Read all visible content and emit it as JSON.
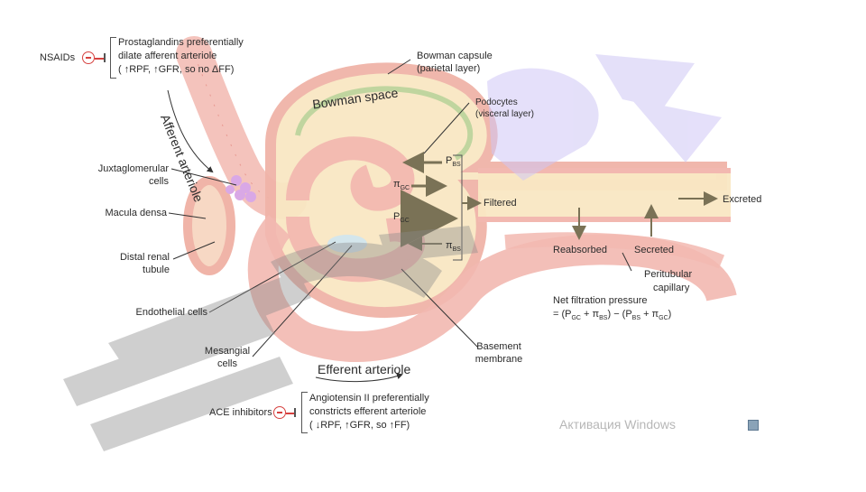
{
  "labels": {
    "nsaids": "NSAIDs",
    "prostaglandins_line1": "Prostaglandins preferentially",
    "prostaglandins_line2": "dilate afferent arteriole",
    "prostaglandins_line3": "( ↑RPF,  ↑GFR, so no ΔFF)",
    "bowman_capsule_line1": "Bowman capsule",
    "bowman_capsule_line2": "(parietal layer)",
    "bowman_space": "Bowman space",
    "podocytes_line1": "Podocytes",
    "podocytes_line2": "(visceral layer)",
    "afferent_arteriole": "Afferent arteriole",
    "juxtaglomerular_line1": "Juxtaglomerular",
    "juxtaglomerular_line2": "cells",
    "macula_densa": "Macula densa",
    "distal_tubule_line1": "Distal renal",
    "distal_tubule_line2": "tubule",
    "endothelial_cells": "Endothelial cells",
    "mesangial_line1": "Mesangial",
    "mesangial_line2": "cells",
    "efferent_arteriole": "Efferent arteriole",
    "basement_line1": "Basement",
    "basement_line2": "membrane",
    "p_bs": "P",
    "p_bs_sub": "BS",
    "pi_gc": "π",
    "pi_gc_sub": "GC",
    "p_gc": "P",
    "p_gc_sub": "GC",
    "pi_bs": "π",
    "pi_bs_sub": "BS",
    "filtered": "Filtered",
    "excreted": "Excreted",
    "reabsorbed": "Reabsorbed",
    "secreted": "Secreted",
    "peritubular_line1": "Peritubular",
    "peritubular_line2": "capillary",
    "nfp_line1": "Net filtration pressure",
    "nfp_line2": "= (P",
    "nfp_sub1": "GC",
    "nfp_mid1": " + π",
    "nfp_sub2": "BS",
    "nfp_mid2": ") − (P",
    "nfp_sub3": "BS",
    "nfp_mid3": " + π",
    "nfp_sub4": "GC",
    "nfp_end": ")",
    "ace_inhibitors": "ACE inhibitors",
    "angiotensin_line1": "Angiotensin II preferentially",
    "angiotensin_line2": "constricts efferent arteriole",
    "angiotensin_line3": "( ↓RPF, ↑GFR, so  ↑FF)"
  },
  "overlay": {
    "windows_activation": "Активация Windows"
  },
  "colors": {
    "vessel": "#f2b8b0",
    "vessel_dark": "#e58f86",
    "capsule": "#f9e7c3",
    "capsule_edge": "#e8c98e",
    "podocyte": "#b9d39a",
    "inhibit": "#d6413f",
    "arrow": "#7a7256",
    "watermark_purple": "#cfc7f5",
    "watermark_gray": "#8a8a8a"
  }
}
